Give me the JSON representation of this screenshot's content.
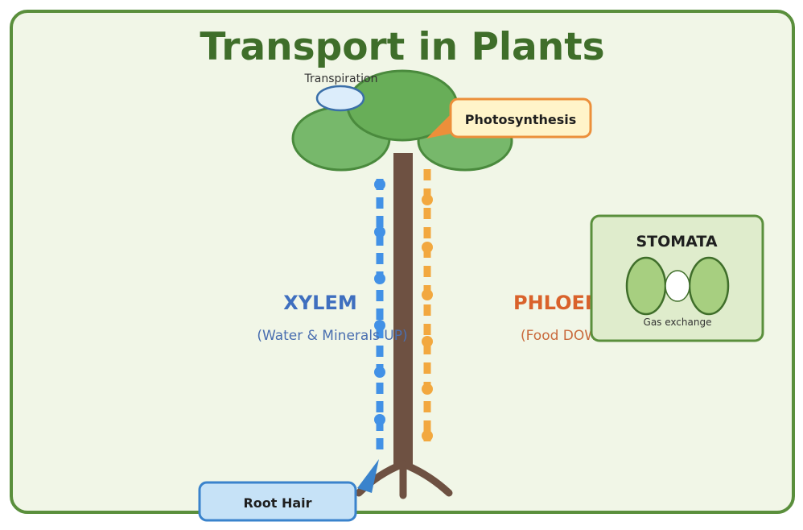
{
  "title": "Transport in Plants",
  "labels": {
    "transpiration": "Transpiration",
    "photosynthesis": "Photosynthesis",
    "xylem": "XYLEM",
    "xylem_desc": "(Water & Minerals UP)",
    "phloem": "PHLOEM",
    "phloem_desc": "(Food DOWN)",
    "stomata": "STOMATA",
    "gas_exchange": "Gas exchange",
    "root_hair": "Root Hair"
  },
  "colors": {
    "frame_border": "#5a8f3c",
    "frame_fill": "#f1f6e7",
    "title": "#3f6e2a",
    "leaf_fill": "#74b565",
    "leaf_stroke": "#4a8a3d",
    "trunk": "#6e5142",
    "xylem": "#4291e6",
    "phloem": "#f2a83f",
    "xylem_text": "#3f6fbf",
    "phloem_text": "#d9622b",
    "callout_orange_border": "#ec8f3a",
    "callout_orange_fill": "#fff4c9",
    "callout_blue_border": "#3a83cc",
    "callout_blue_fill": "#c6e2f7",
    "stomata_fill": "#dfeccc",
    "guard_cell": "#a7cf80"
  }
}
